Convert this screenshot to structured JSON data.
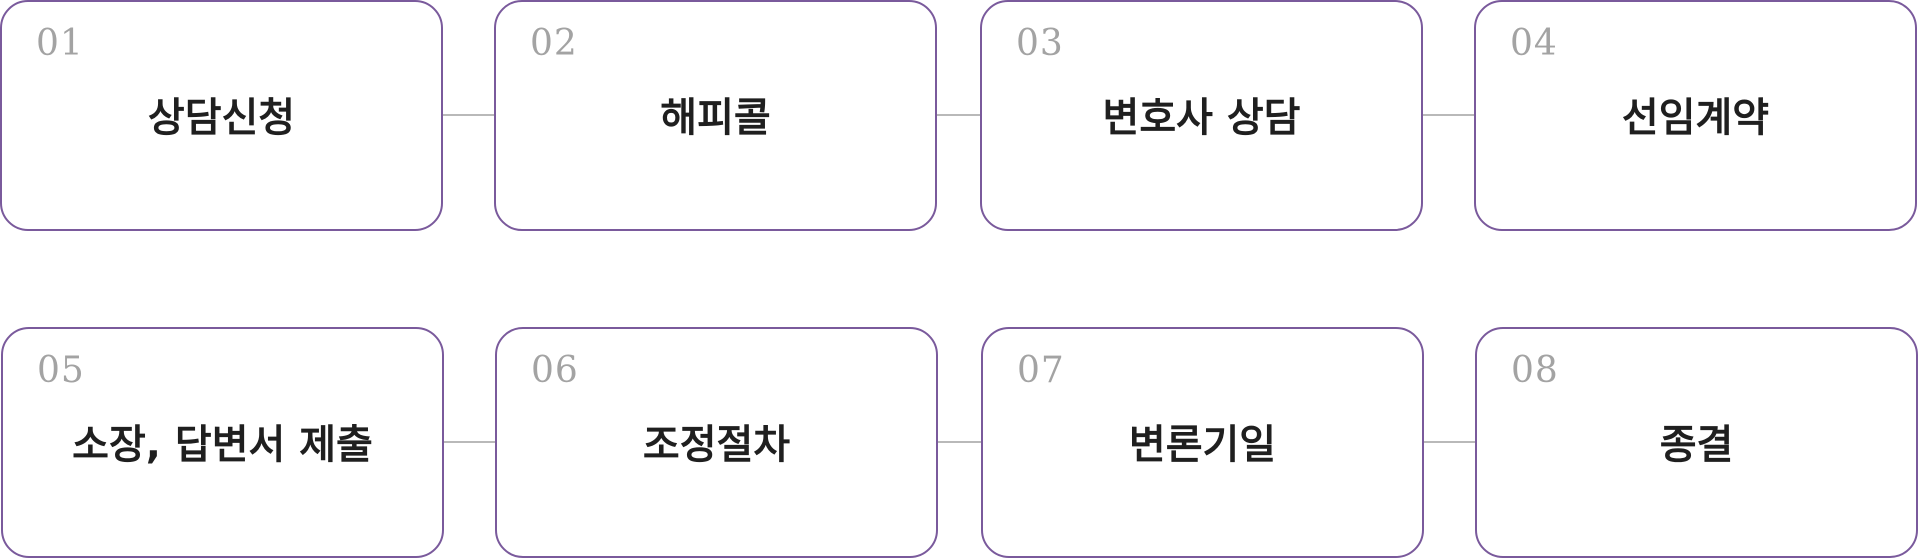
{
  "steps": [
    {
      "number": "01",
      "label": "상담신청"
    },
    {
      "number": "02",
      "label": "해피콜"
    },
    {
      "number": "03",
      "label": "변호사 상담"
    },
    {
      "number": "04",
      "label": "선임계약"
    },
    {
      "number": "05",
      "label": "소장, 답변서 제출"
    },
    {
      "number": "06",
      "label": "조정절차"
    },
    {
      "number": "07",
      "label": "변론기일"
    },
    {
      "number": "08",
      "label": "종결"
    }
  ],
  "colors": {
    "border": "#7a5a9c",
    "number": "#a3a3a3",
    "label": "#1f1f1f",
    "connector": "#b9b9b9"
  }
}
